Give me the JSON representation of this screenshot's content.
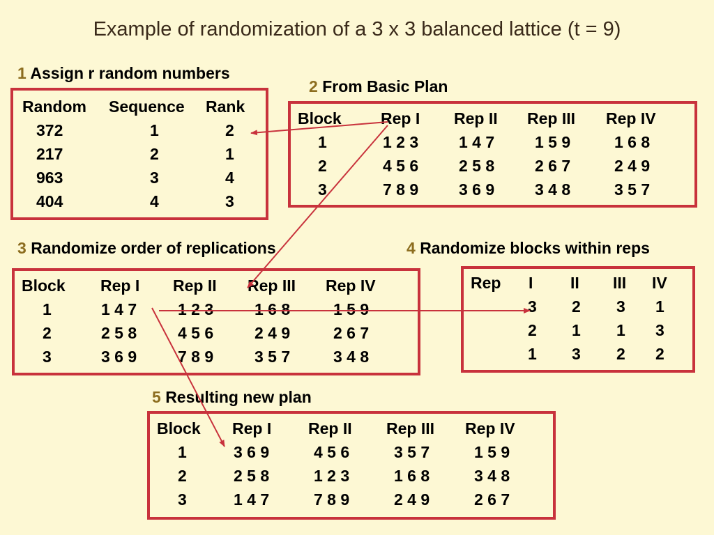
{
  "title": "Example of randomization of a 3 x 3 balanced lattice (t = 9)",
  "colors": {
    "background": "#fdf8d4",
    "box_border": "#c8323c",
    "step_number": "#8c6d1f",
    "arrow": "#c8323c"
  },
  "s1": {
    "num": "1",
    "label": "Assign r random numbers",
    "headers": [
      "Random",
      "Sequence",
      "Rank"
    ],
    "rows": [
      [
        "372",
        "1",
        "2"
      ],
      [
        "217",
        "2",
        "1"
      ],
      [
        "963",
        "3",
        "4"
      ],
      [
        "404",
        "4",
        "3"
      ]
    ]
  },
  "s2": {
    "num": "2",
    "label": "From Basic Plan",
    "headers": [
      "Block",
      "Rep I",
      "Rep II",
      "Rep III",
      "Rep IV"
    ],
    "rows": [
      [
        "1",
        "1 2 3",
        "1 4 7",
        "1 5 9",
        "1 6 8"
      ],
      [
        "2",
        "4 5 6",
        "2 5 8",
        "2 6 7",
        "2 4 9"
      ],
      [
        "3",
        "7 8 9",
        "3 6 9",
        "3 4 8",
        "3 5 7"
      ]
    ]
  },
  "s3": {
    "num": "3",
    "label": "Randomize order of replications",
    "headers": [
      "Block",
      "Rep I",
      "Rep II",
      "Rep III",
      "Rep IV"
    ],
    "rows": [
      [
        "1",
        "1 4 7",
        "1 2 3",
        "1 6 8",
        "1 5 9"
      ],
      [
        "2",
        "2 5 8",
        "4 5 6",
        "2 4 9",
        "2 6 7"
      ],
      [
        "3",
        "3 6 9",
        "7 8 9",
        "3 5 7",
        "3 4 8"
      ]
    ]
  },
  "s4": {
    "num": "4",
    "label": "Randomize blocks within reps",
    "headers": [
      "Rep",
      "I",
      "II",
      "III",
      "IV"
    ],
    "rows": [
      [
        "3",
        "2",
        "3",
        "1"
      ],
      [
        "2",
        "1",
        "1",
        "3"
      ],
      [
        "1",
        "3",
        "2",
        "2"
      ]
    ]
  },
  "s5": {
    "num": "5",
    "label": "Resulting new plan",
    "headers": [
      "Block",
      "Rep I",
      "Rep II",
      "Rep III",
      "Rep IV"
    ],
    "rows": [
      [
        "1",
        "3 6 9",
        "4 5 6",
        "3 5 7",
        "1 5 9"
      ],
      [
        "2",
        "2 5 8",
        "1 2 3",
        "1 6 8",
        "3 4 8"
      ],
      [
        "3",
        "1 4 7",
        "7 8 9",
        "2 4 9",
        "2 6 7"
      ]
    ]
  }
}
